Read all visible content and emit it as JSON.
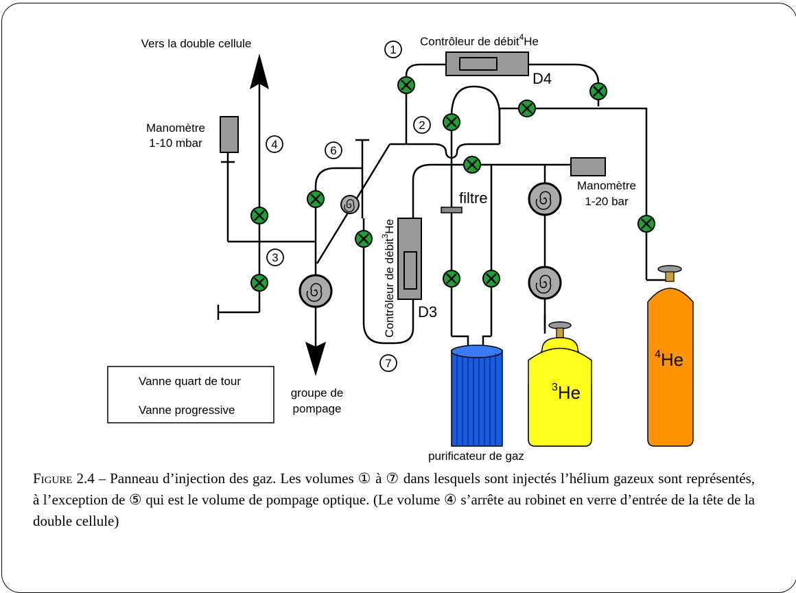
{
  "labels": {
    "vers_double_cellule": "Vers la double cellule",
    "manometre_low_l1": "Manomètre",
    "manometre_low_l2": "1-10 mbar",
    "manometre_high_l1": "Manomètre",
    "manometre_high_l2": "1-20 bar",
    "controleur_4he_prefix": "Contrôleur de débit",
    "controleur_4he_sup": "4",
    "controleur_4he_suffix": "He",
    "controleur_3he_prefix": "Contrôleur de débit",
    "controleur_3he_sup": "3",
    "controleur_3he_suffix": "He",
    "d4": "D4",
    "d3": "D3",
    "filtre": "filtre",
    "groupe_l1": "groupe de",
    "groupe_l2": "pompage",
    "purificateur": "purificateur de gaz",
    "he3_sup": "3",
    "he3_text": "He",
    "he4_sup": "4",
    "he4_text": "He"
  },
  "volumes": [
    "1",
    "2",
    "3",
    "4",
    "6",
    "7"
  ],
  "legend": {
    "quart_de_tour": "Vanne quart de tour",
    "progressive": "Vanne progressive"
  },
  "caption": {
    "figure_label": "Figure 2.4",
    "text": " – Panneau d’injection des gaz. Les volumes ① à ⑦ dans lesquels sont injectés l’hélium gazeux sont représentés, à l’exception de ⑤ qui est le volume de pompage optique. (Le volume ④ s’arrête au robinet en verre d’entrée de la tête de la double cellule)"
  },
  "colors": {
    "valve_green": "#22a035",
    "he3_yellow": "#ffff1e",
    "he4_orange": "#ff9400",
    "purifier_blue": "#1a5ce0",
    "device_gray": "#999999"
  }
}
